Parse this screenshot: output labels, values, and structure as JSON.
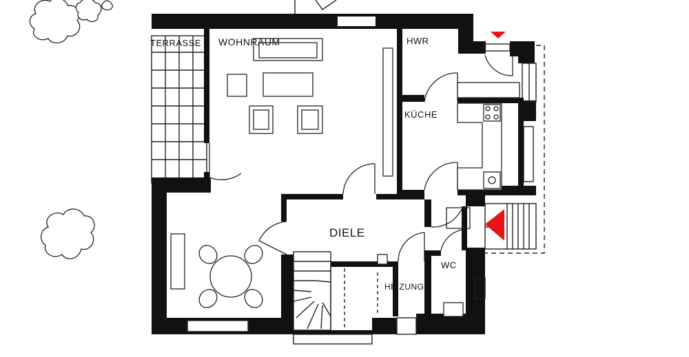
{
  "rooms": {
    "terrasse": "TERRASSE",
    "wohnraum": "WOHNRAUM",
    "hwr": "HWR",
    "kueche": "KÜCHE",
    "diele": "DIELE",
    "wc": "WC",
    "heizung": "HEIZUNG"
  },
  "colors": {
    "wall": "#111111",
    "line": "#222222",
    "entrance_marker": "#e8141c"
  },
  "icons": {
    "entrance_marker": "red-triangle",
    "trees": "tree-outline"
  }
}
